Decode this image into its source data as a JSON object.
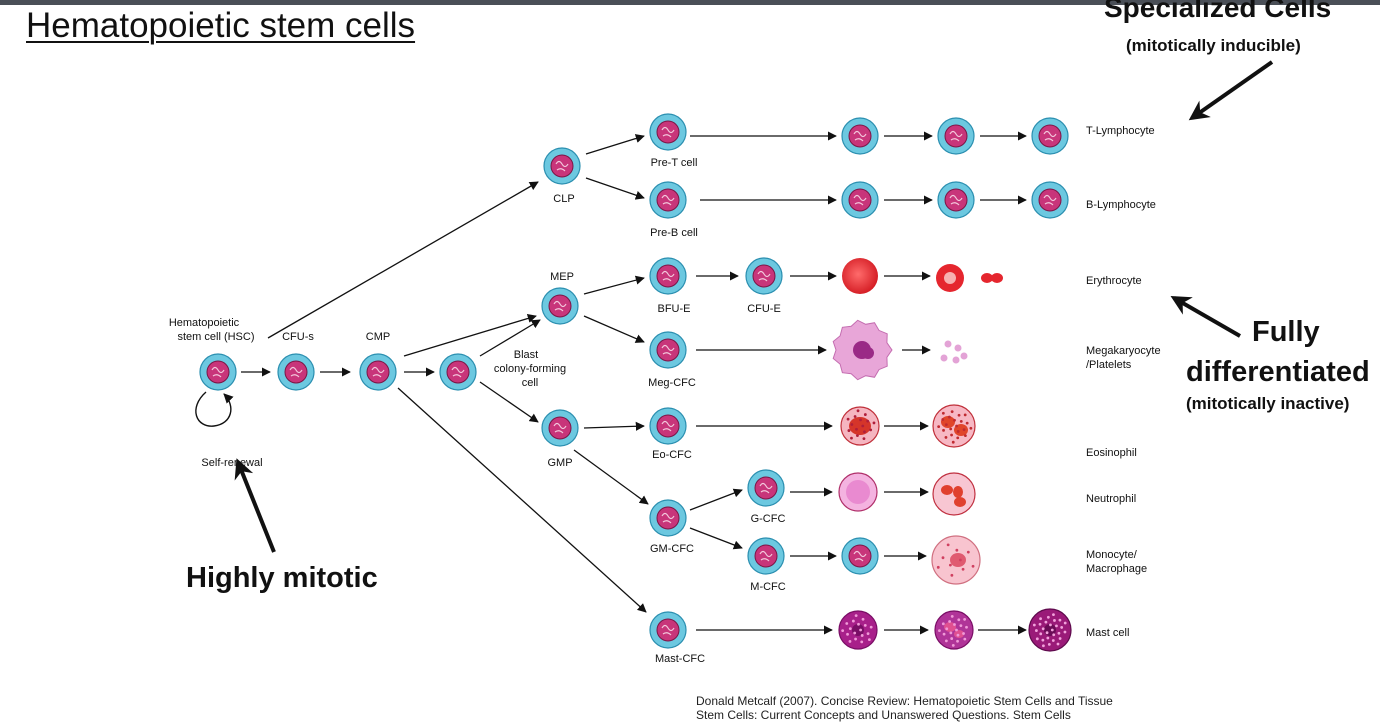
{
  "title": "Hematopoietic stem cells",
  "annotations": {
    "specialized_title": "Specialized Cells",
    "specialized_sub": "(mitotically inducible)",
    "fully": "Fully",
    "differentiated": "differentiated",
    "inactive": "(mitotically inactive)",
    "highly_mitotic": "Highly mitotic"
  },
  "labels": {
    "hsc": "Hematopoietic",
    "hsc2": "stem cell (HSC)",
    "cfus": "CFU-s",
    "cmp": "CMP",
    "blast": "Blast",
    "blast2": "colony-forming",
    "blast3": "cell",
    "clp": "CLP",
    "mep": "MEP",
    "gmp": "GMP",
    "pret": "Pre-T cell",
    "preb": "Pre-B cell",
    "bfue": "BFU-E",
    "cfue": "CFU-E",
    "megcfc": "Meg-CFC",
    "eocfc": "Eo-CFC",
    "gmcfc": "GM-CFC",
    "gcfc": "G-CFC",
    "mcfc": "M-CFC",
    "mastcfc": "Mast-CFC",
    "selfrenewal": "Self-renewal"
  },
  "outputs": {
    "tlym": "T-Lymphocyte",
    "blym": "B-Lymphocyte",
    "ery": "Erythrocyte",
    "meg": "Megakaryocyte",
    "meg2": "/Platelets",
    "eos": "Eosinophil",
    "neu": "Neutrophil",
    "mono": "Monocyte/",
    "mono2": "Macrophage",
    "mast": "Mast cell"
  },
  "citation": {
    "line1": "Donald Metcalf (2007). Concise Review: Hematopoietic Stem Cells and Tissue",
    "line2": "Stem Cells: Current Concepts and Unanswered Questions. Stem Cells"
  },
  "colors": {
    "cell_outer": "#6cc8e0",
    "cell_inner": "#c8357a",
    "rbc": "#e5262e",
    "eos_granule": "#e0502a",
    "mast": "#9a1a78"
  }
}
